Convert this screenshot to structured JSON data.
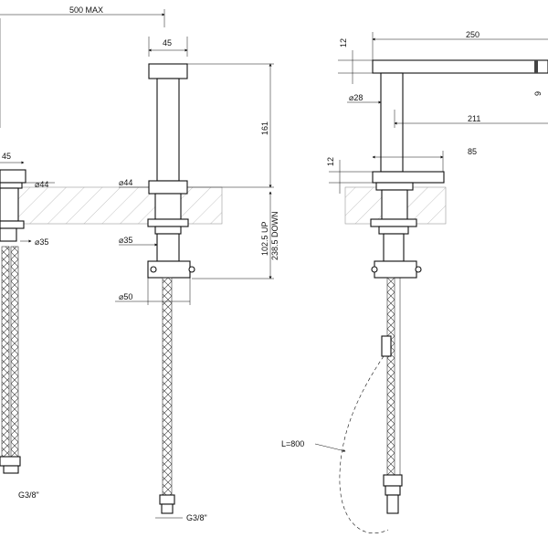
{
  "drawing": {
    "left_view": {
      "dim_reach": "500 MAX",
      "dim_spout_width": "45",
      "dim_spout_height": "161",
      "dim_base_width": "45",
      "dim_base_dia_left": "44",
      "dim_base_dia": "44",
      "dim_adjust": "102.5 UP",
      "dim_adjust_down": "238.5 DOWN",
      "dim_shank_dia_left": "35",
      "dim_shank_dia": "35",
      "dim_nut_dia": "50",
      "thread_left": "G3/8\"",
      "thread": "G3/8\""
    },
    "right_view": {
      "dim_spout_length": "250",
      "dim_spout_thickness": "12",
      "dim_outlet_offset": "9",
      "dim_body_dia": "28",
      "dim_centre_reach": "211",
      "dim_handle_length": "85",
      "dim_handle_thickness": "12",
      "hose_length": "L=800"
    }
  }
}
